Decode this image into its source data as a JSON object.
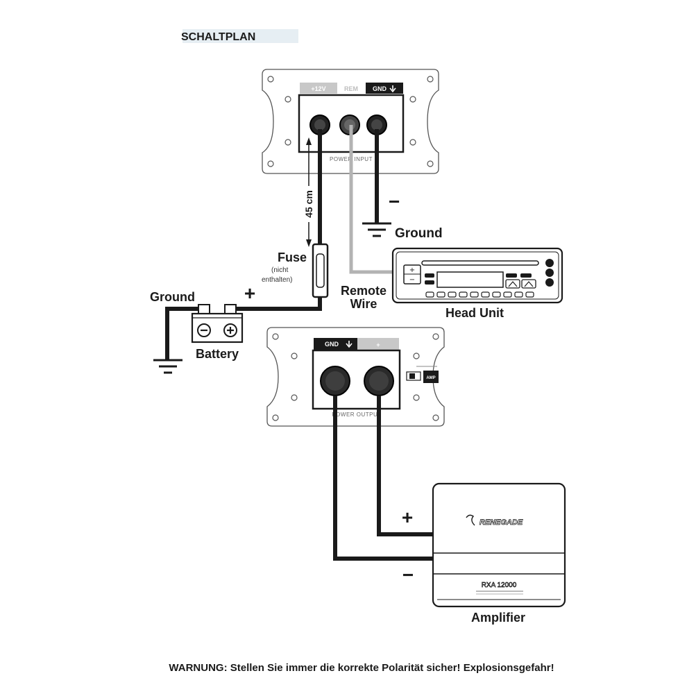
{
  "title": "SCHALTPLAN",
  "warning": "WARNUNG: Stellen Sie immer die korrekte Polarität sicher! Explosionsgefahr!",
  "power_input": {
    "plus_label": "+12V",
    "rem_label": "REM",
    "gnd_label": "GND",
    "caption": "POWER INPUT"
  },
  "power_output": {
    "gnd_label": "GND",
    "plus_label": "+",
    "caption": "POWER OUTPUT",
    "switch_label": "AMP"
  },
  "labels": {
    "minus_top": "−",
    "ground_top": "Ground",
    "distance": "45 cm",
    "fuse": "Fuse",
    "fuse_note_1": "(nicht",
    "fuse_note_2": "enthalten)",
    "plus_left": "+",
    "remote_1": "Remote",
    "remote_2": "Wire",
    "head_unit": "Head Unit",
    "ground_left": "Ground",
    "battery": "Battery",
    "amp_plus": "+",
    "amp_minus": "−",
    "amplifier": "Amplifier",
    "brand": "RENEGADE",
    "model": "RXA 12000"
  },
  "colors": {
    "wire": "#1a1a1a",
    "remote_wire": "#b3b3b3",
    "plus_tab": "#c8c8c8",
    "gnd_tab": "#1a1a1a"
  }
}
